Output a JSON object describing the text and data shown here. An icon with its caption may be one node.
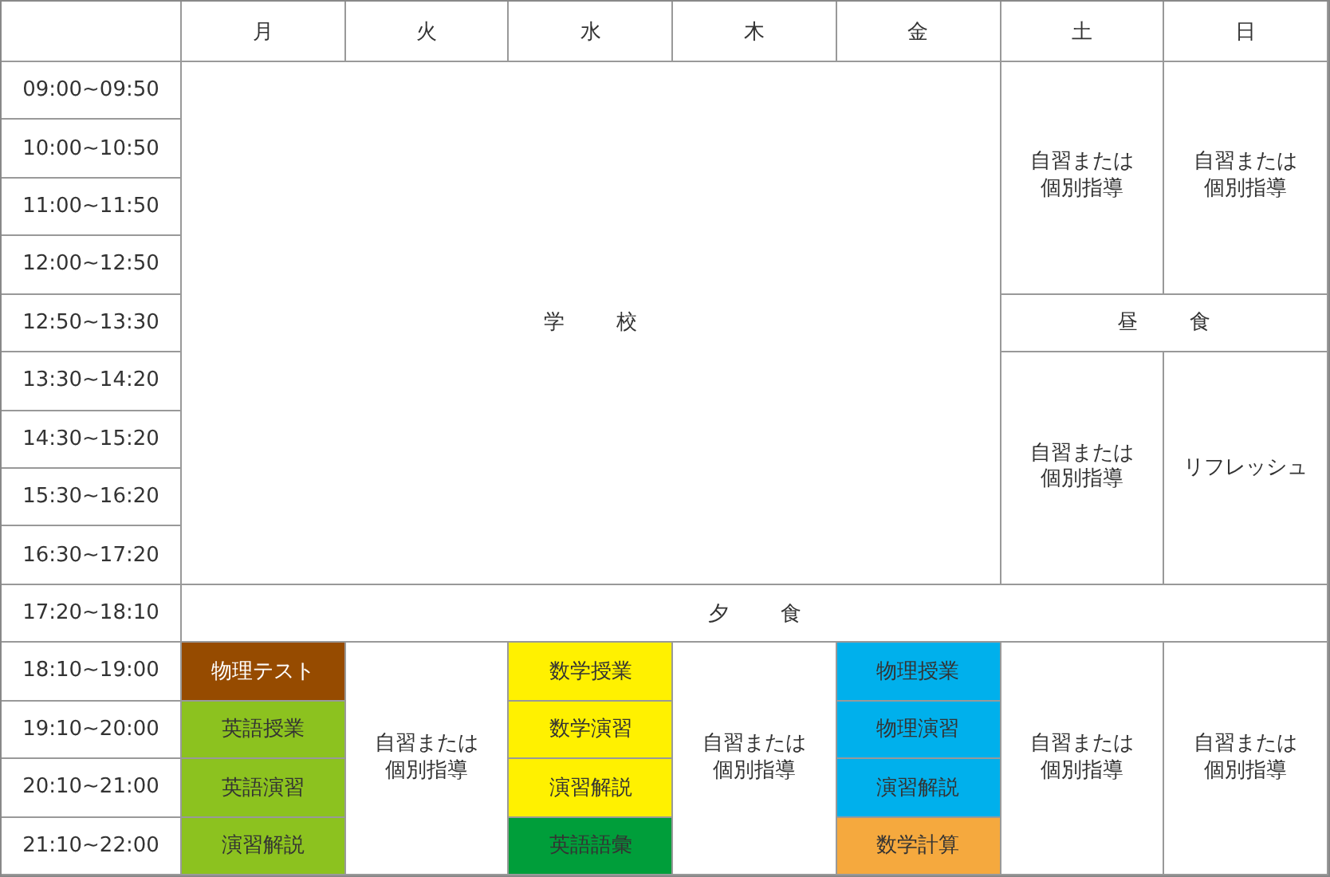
{
  "diagram": {
    "labels": [
      "月",
      "火",
      "水",
      "木",
      "金",
      "土",
      "日",
      "09:00~09:50",
      "学校",
      "自習または個別指導",
      "自習または個別指導",
      "10:00~10:50",
      "11:00~11:50",
      "12:00~12:50",
      "12:50~13:30",
      "昼食",
      "13:30~14:20",
      "自習または個別指導",
      "リフレッシュ",
      "14:30~15:20",
      "15:30~16:20",
      "16:30~17:20",
      "17:20~18:10",
      "夕食",
      "18:10~19:00",
      "物理テスト",
      "自習または個別指導",
      "数学授業",
      "自習または個別指導",
      "物理授業",
      "自習または個別指導",
      "自習または個別指導",
      "19:10~20:00",
      "英語授業",
      "数学演習",
      "物理演習",
      "20:10~21:00",
      "英語演習",
      "演習解説",
      "演習解説",
      "21:10~22:00",
      "演習解説",
      "英語語彙",
      "数学計算"
    ]
  }
}
